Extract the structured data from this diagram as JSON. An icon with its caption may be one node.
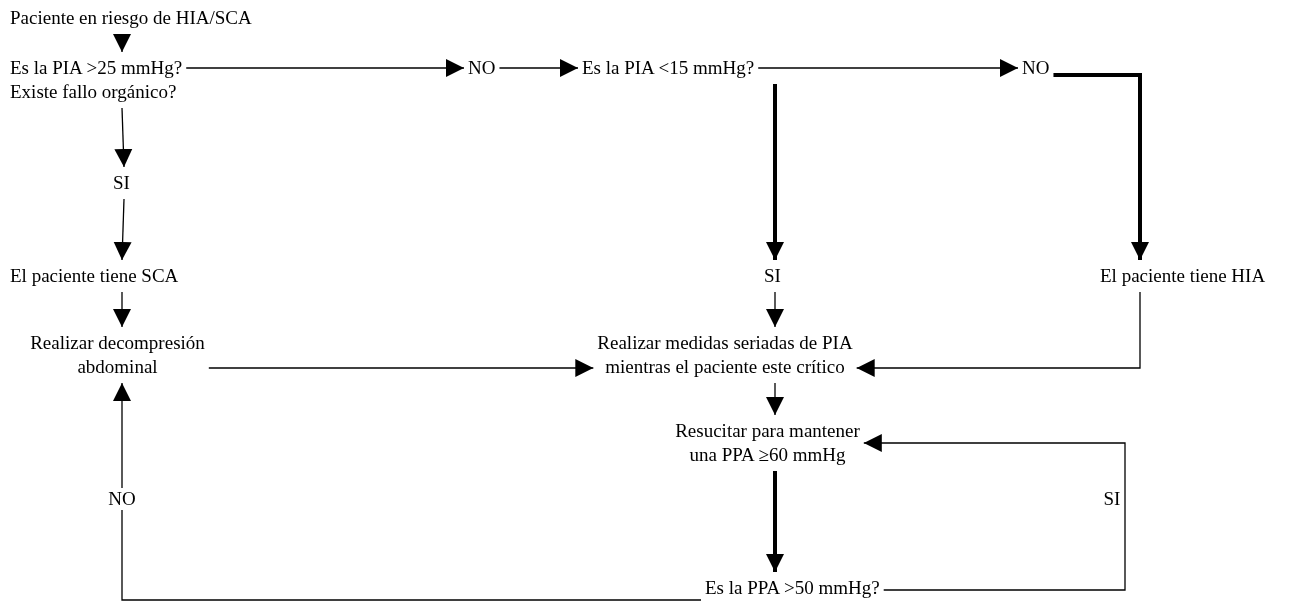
{
  "diagram": {
    "nodes": [
      {
        "text": [
          "Paciente en riesgo de HIA/SCA"
        ]
      },
      {
        "text": [
          "Es la PIA >25 mmHg? Existe fallo orgánico?"
        ]
      },
      {
        "text": [
          "NO"
        ]
      },
      {
        "text": [
          "Es la PIA <15 mmHg?"
        ]
      },
      {
        "text": [
          "NO"
        ]
      },
      {
        "text": [
          "SI"
        ]
      },
      {
        "text": [
          "El paciente tiene SCA"
        ]
      },
      {
        "text": [
          "SI"
        ]
      },
      {
        "text": [
          "El paciente tiene HIA"
        ]
      },
      {
        "text": [
          "Realizar decompresión abdominal"
        ]
      },
      {
        "text": [
          "Realizar medidas seriadas de PIA mientras el paciente este crítico"
        ]
      },
      {
        "text": [
          "Resucitar para mantener una PPA ≥60 mmHg"
        ]
      },
      {
        "text": [
          "Es la PPA >50 mmHg?"
        ]
      }
    ],
    "edges": [
      {
        "from": 0,
        "to": 1,
        "arrow": "to"
      },
      {
        "from": 1,
        "to": 2,
        "arrow": "to"
      },
      {
        "from": 2,
        "to": 3,
        "arrow": "to"
      },
      {
        "from": 3,
        "to": 4,
        "arrow": "to"
      },
      {
        "from": 1,
        "to": 5,
        "arrow": "to"
      },
      {
        "from": 5,
        "to": 6,
        "arrow": "to"
      },
      {
        "from": 6,
        "to": 9,
        "arrow": "to"
      },
      {
        "from": 3,
        "to": 7,
        "arrow": "to",
        "style": "thick"
      },
      {
        "from": 4,
        "to": 8,
        "arrow": "to",
        "style": "thick"
      },
      {
        "from": 7,
        "to": 10,
        "arrow": "to"
      },
      {
        "from": 9,
        "to": 10,
        "arrow": "to"
      },
      {
        "from": 8,
        "to": 10,
        "arrow": "to"
      },
      {
        "from": 10,
        "to": 11,
        "arrow": "to"
      },
      {
        "from": 11,
        "to": 12,
        "arrow": "to",
        "style": "thick"
      },
      {
        "from": 12,
        "to": 11,
        "arrow": "to",
        "label": "SI"
      },
      {
        "from": 12,
        "to": 9,
        "arrow": "to",
        "label": "NO"
      }
    ]
  }
}
